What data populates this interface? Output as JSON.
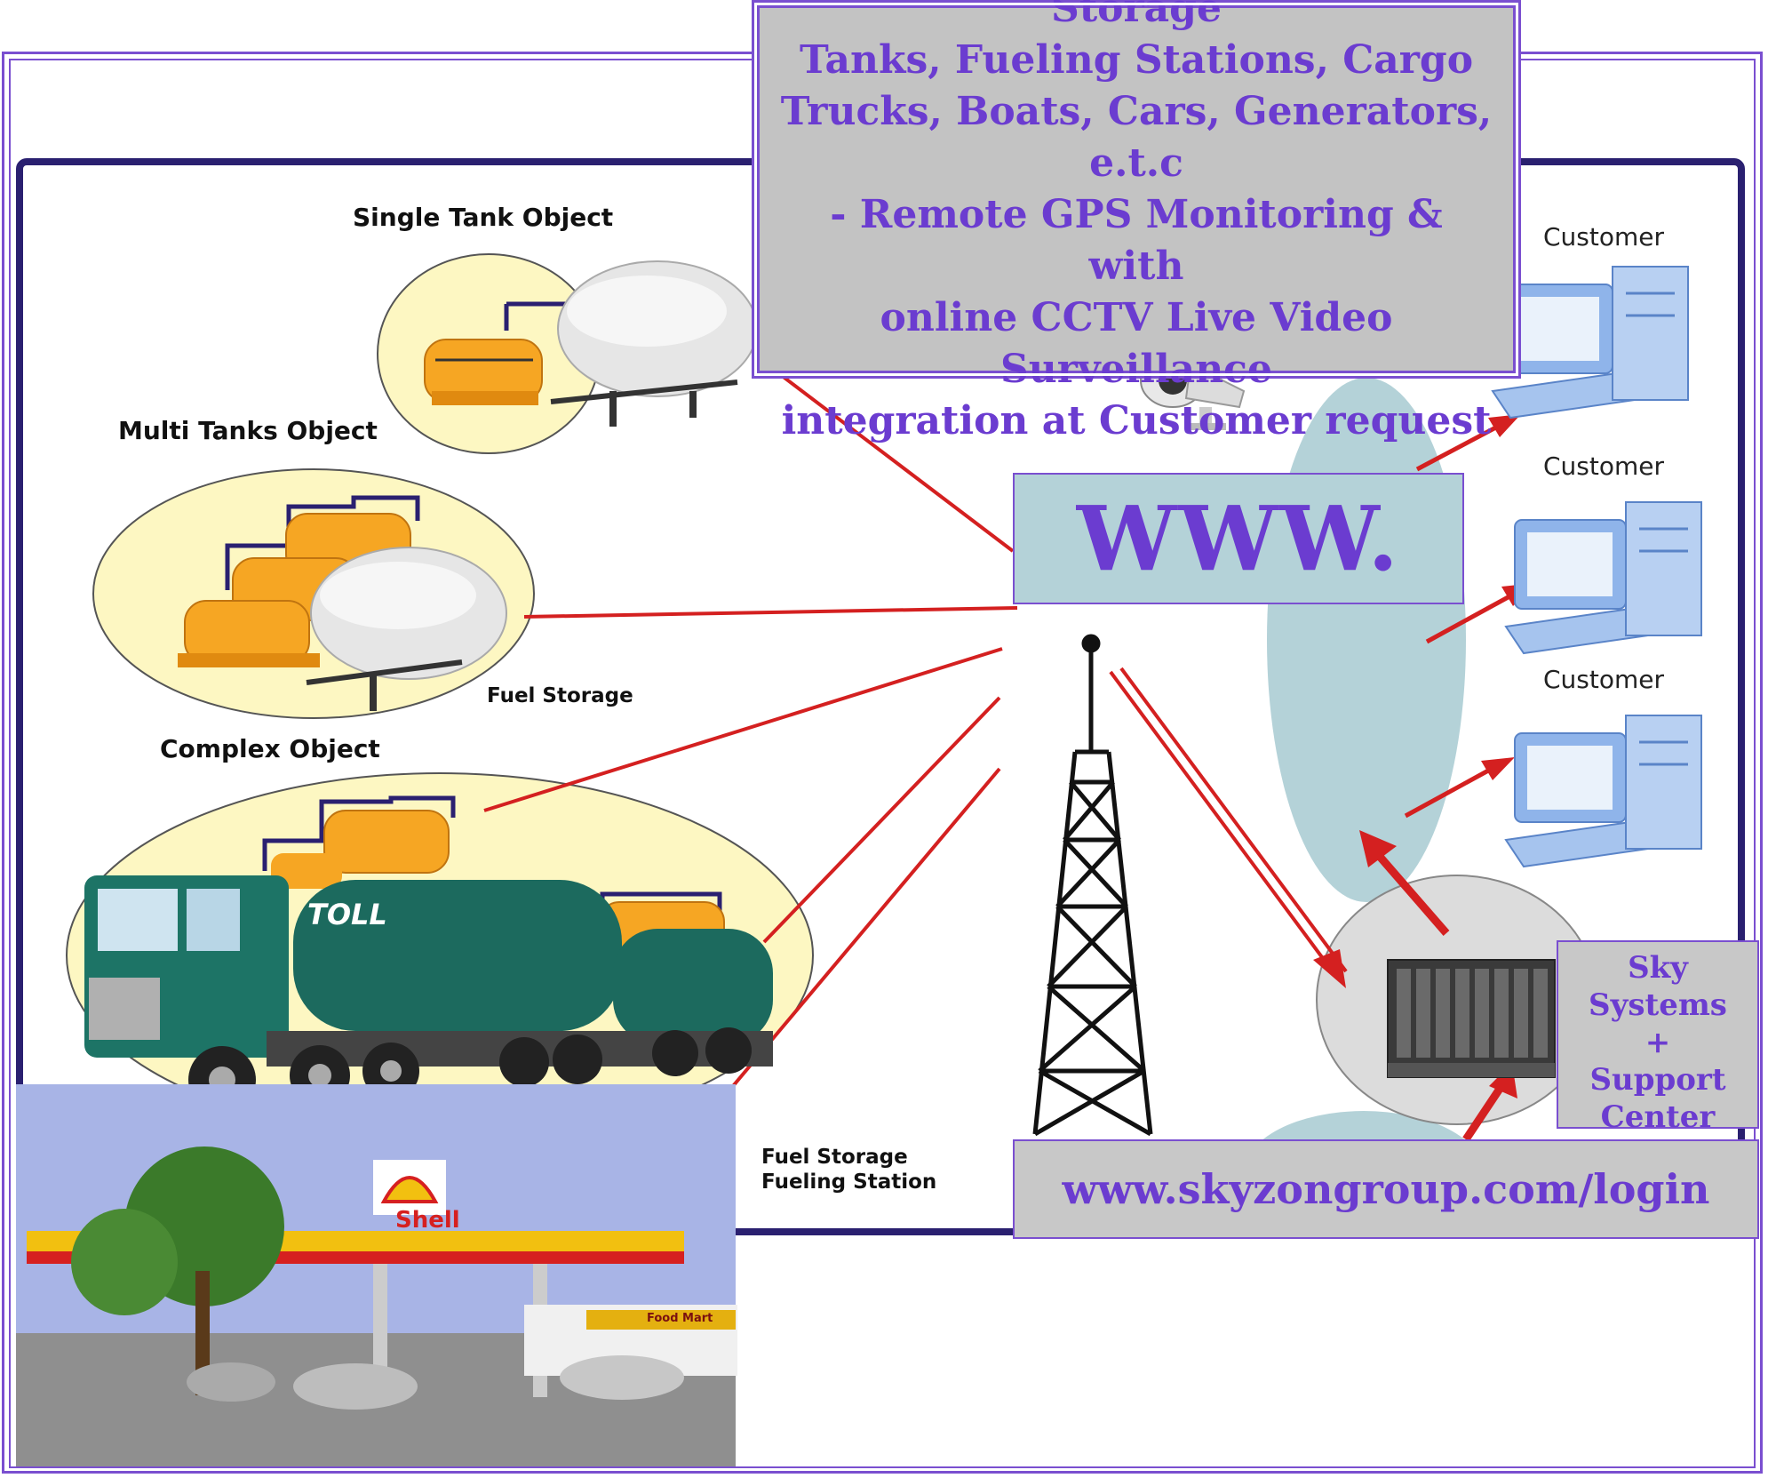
{
  "title": {
    "lines": [
      "Fuel Transit Tankers, Fuel Storage",
      "Tanks, Fueling Stations, Cargo",
      "Trucks, Boats, Cars, Generators, e.t.c",
      "- Remote GPS Monitoring & with",
      "online CCTV Live Video Surveillance",
      "integration at Customer request"
    ]
  },
  "labels": {
    "single_tank": "Single Tank Object",
    "multi_tanks": "Multi Tanks Object",
    "fuel_storage": "Fuel Storage",
    "complex": "Complex Object",
    "fuel_storage_fueling_1": "Fuel Storage",
    "fuel_storage_fueling_2": "Fueling Station"
  },
  "customers": [
    "Customer",
    "Customer",
    "Customer"
  ],
  "www": "WWW.",
  "login_url": "www.skyzongroup.com/login",
  "sky_center": [
    "Sky Systems",
    "+",
    "Support",
    "Center"
  ],
  "truck_brand": "TOLL",
  "station_brand": "Shell",
  "station_shop": "Food Mart",
  "colors": {
    "accent": "#6b3cd0",
    "frame": "#2a2070",
    "link_red": "#d42020",
    "ellipse_fill": "#fdf7c2",
    "cloud_fill": "#b4d2d8"
  }
}
